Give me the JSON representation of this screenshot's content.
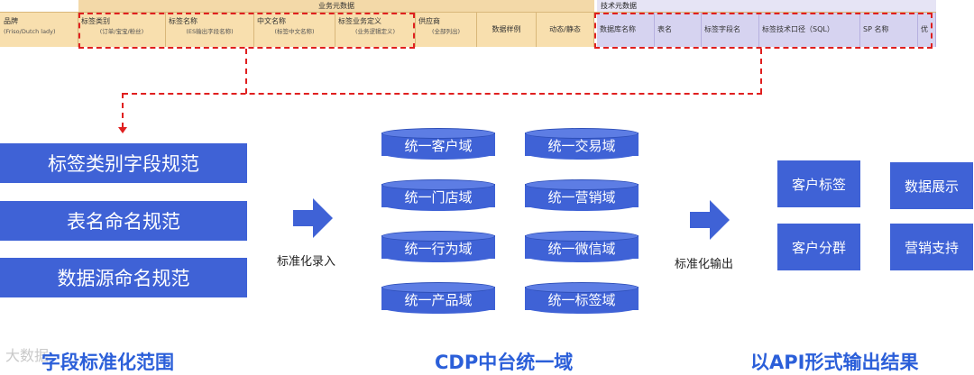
{
  "header": {
    "business_meta": "业务元数据",
    "tech_meta": "技术元数据",
    "brand": {
      "title": "品牌",
      "sub": "(Friso/Dutch lady)"
    },
    "business_columns": [
      {
        "title": "标签类别",
        "sub": "(订单/宝宝/粉丝)"
      },
      {
        "title": "标签名称",
        "sub": "(ES输出字段名称)"
      },
      {
        "title": "中文名称",
        "sub": "(标签中文名称)"
      },
      {
        "title": "标签业务定义",
        "sub": "(业务逻辑定义)"
      },
      {
        "title": "供应商",
        "sub": "(全部列出)"
      },
      {
        "title": "数据样例",
        "sub": ""
      },
      {
        "title": "动态/静态",
        "sub": ""
      }
    ],
    "tech_columns": [
      "数据库名称",
      "表名",
      "标签字段名",
      "标签技术口径（SQL）",
      "SP 名称",
      "优"
    ]
  },
  "left_boxes": [
    "标签类别字段规范",
    "表名命名规范",
    "数据源命名规范"
  ],
  "arrow_label_1": "标准化录入",
  "domains": [
    [
      "统一客户域",
      "统一交易域"
    ],
    [
      "统一门店域",
      "统一营销域"
    ],
    [
      "统一行为域",
      "统一微信域"
    ],
    [
      "统一产品域",
      "统一标签域"
    ]
  ],
  "arrow_label_2": "标准化输出",
  "outputs": [
    [
      "客户标签",
      "数据展示"
    ],
    [
      "客户分群",
      "营销支持"
    ]
  ],
  "section_titles": [
    "字段标准化范围",
    "CDP中台统一域",
    "以API形式输出结果"
  ],
  "watermark": "大数据",
  "colors": {
    "primary": "#3f62d6",
    "dash": "#e01f1f",
    "title": "#2b5fd9"
  }
}
